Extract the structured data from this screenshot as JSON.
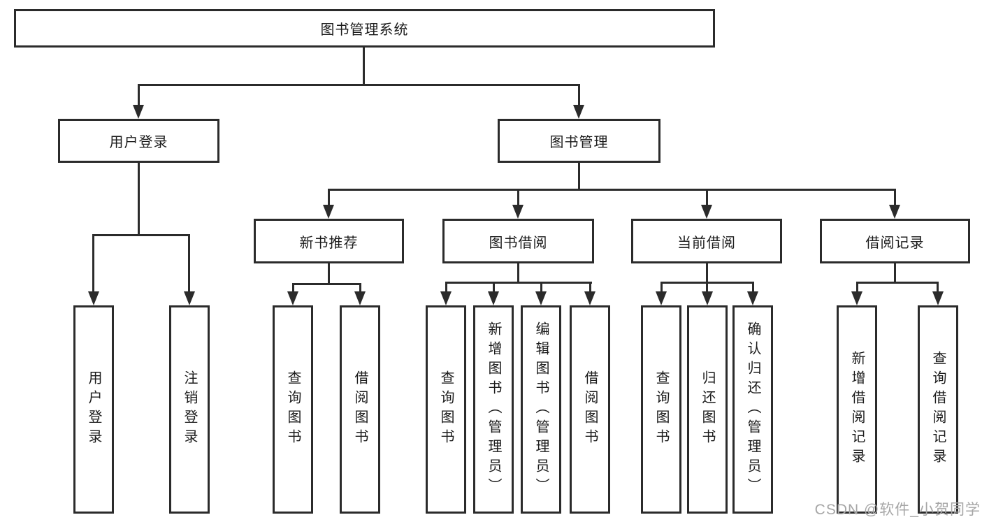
{
  "diagram": {
    "root": {
      "label": "图书管理系统"
    },
    "branches": [
      {
        "label": "用户登录",
        "children": [
          {
            "label": "用户登录"
          },
          {
            "label": "注销登录"
          }
        ]
      },
      {
        "label": "图书管理",
        "children": [
          {
            "label": "新书推荐",
            "children": [
              {
                "label": "查询图书"
              },
              {
                "label": "借阅图书"
              }
            ]
          },
          {
            "label": "图书借阅",
            "children": [
              {
                "label": "查询图书"
              },
              {
                "label": "新增图书（管理员）"
              },
              {
                "label": "编辑图书（管理员）"
              },
              {
                "label": "借阅图书"
              }
            ]
          },
          {
            "label": "当前借阅",
            "children": [
              {
                "label": "查询图书"
              },
              {
                "label": "归还图书"
              },
              {
                "label": "确认归还（管理员）"
              }
            ]
          },
          {
            "label": "借阅记录",
            "children": [
              {
                "label": "新增借阅记录"
              },
              {
                "label": "查询借阅记录"
              }
            ]
          }
        ]
      }
    ]
  },
  "watermark": "CSDN @软件_小贺同学",
  "colors": {
    "line": "#2b2b2b",
    "text": "#1c1c1c",
    "watermark": "#a6a6a6",
    "background": "#ffffff"
  }
}
